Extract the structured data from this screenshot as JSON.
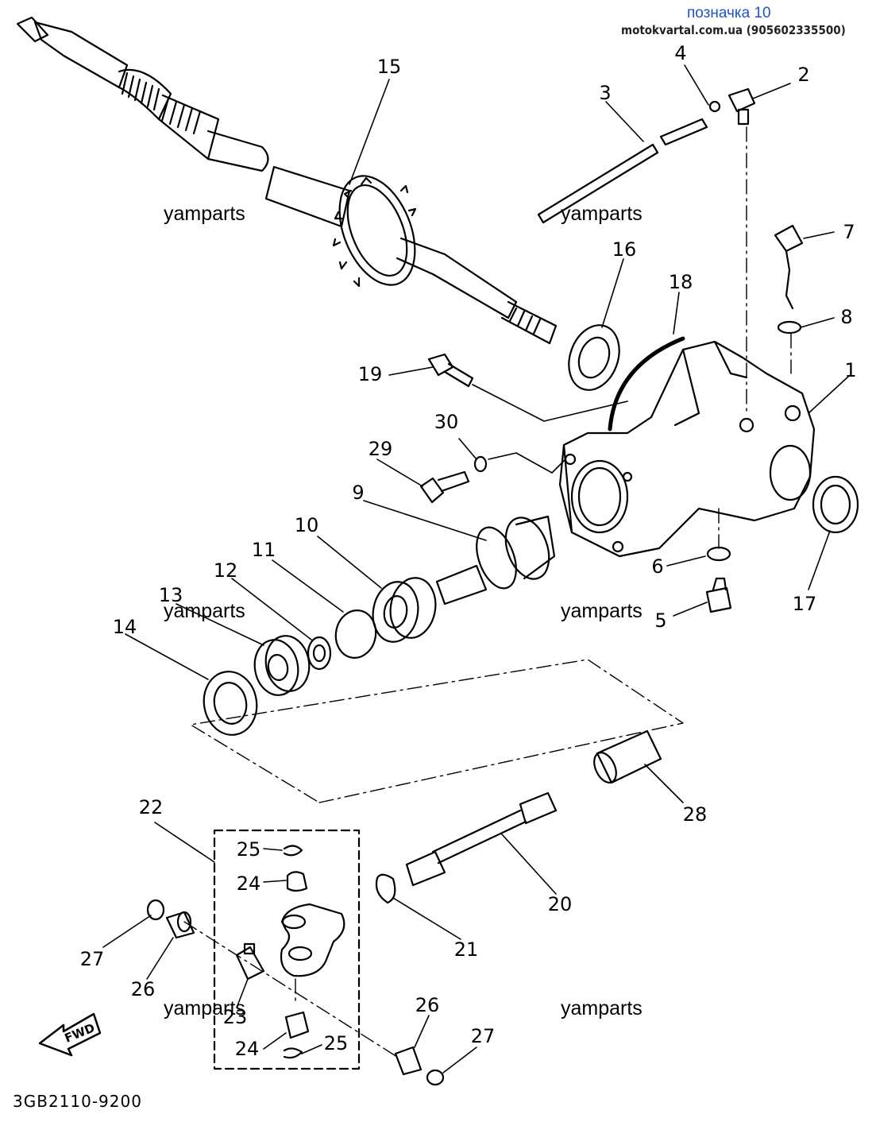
{
  "header": {
    "title": "позначка 10",
    "site": "motokvartal.com.ua (905602335500)"
  },
  "watermark": "yamparts",
  "diagram_code": "3GB2110-9200",
  "fwd_label": "FWD",
  "part_labels": {
    "p1": "1",
    "p2": "2",
    "p3": "3",
    "p4": "4",
    "p5": "5",
    "p6": "6",
    "p7": "7",
    "p8": "8",
    "p9": "9",
    "p10": "10",
    "p11": "11",
    "p12": "12",
    "p13": "13",
    "p14": "14",
    "p15": "15",
    "p16": "16",
    "p17": "17",
    "p18": "18",
    "p19": "19",
    "p20": "20",
    "p21": "21",
    "p22": "22",
    "p23": "23",
    "p24a": "24",
    "p24b": "24",
    "p25a": "25",
    "p25b": "25",
    "p26a": "26",
    "p26b": "26",
    "p27a": "27",
    "p27b": "27",
    "p28": "28",
    "p29": "29",
    "p30": "30"
  }
}
